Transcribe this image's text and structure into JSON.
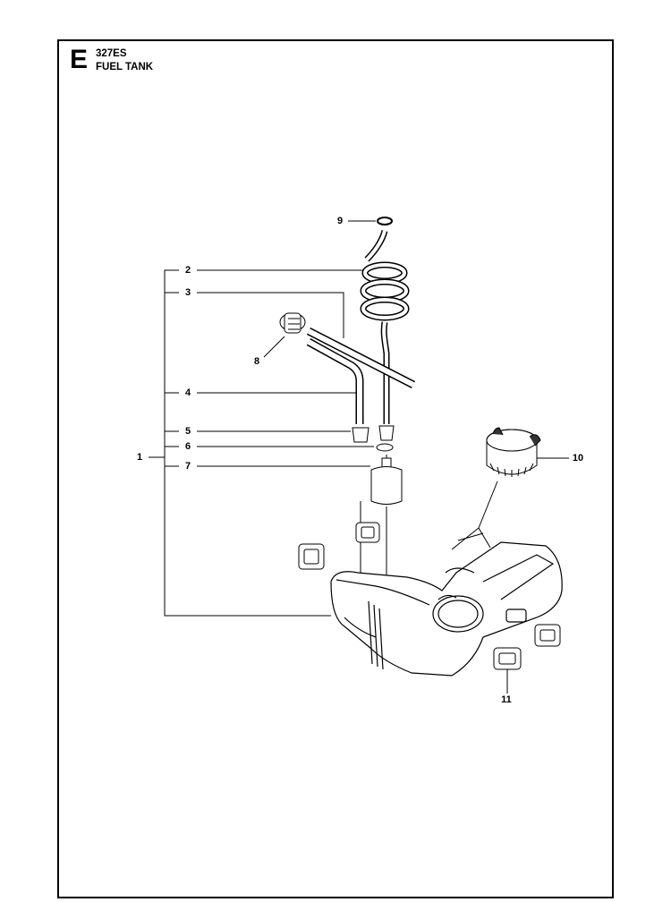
{
  "header": {
    "section_letter": "E",
    "model": "327ES",
    "title": "FUEL TANK"
  },
  "callouts": [
    {
      "id": "1",
      "label": "1"
    },
    {
      "id": "2",
      "label": "2"
    },
    {
      "id": "3",
      "label": "3"
    },
    {
      "id": "4",
      "label": "4"
    },
    {
      "id": "5",
      "label": "5"
    },
    {
      "id": "6",
      "label": "6"
    },
    {
      "id": "7",
      "label": "7"
    },
    {
      "id": "8",
      "label": "8"
    },
    {
      "id": "9",
      "label": "9"
    },
    {
      "id": "10",
      "label": "10"
    },
    {
      "id": "11",
      "label": "11"
    }
  ]
}
